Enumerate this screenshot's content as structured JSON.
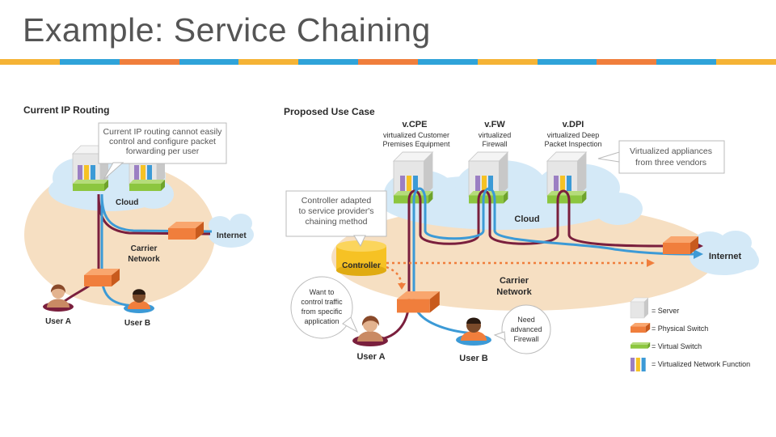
{
  "slide": {
    "title": "Example: Service Chaining"
  },
  "stripe_colors": [
    "#f5b335",
    "#2fa3d9",
    "#f07e3c",
    "#2fa3d9",
    "#f5b335",
    "#2fa3d9",
    "#f07e3c",
    "#2fa3d9",
    "#f5b335",
    "#2fa3d9",
    "#f07e3c",
    "#2fa3d9",
    "#f5b335"
  ],
  "left_panel": {
    "heading": "Current IP Routing",
    "callout": [
      "Current IP routing cannot easily",
      "control and configure packet",
      "forwarding per user"
    ],
    "cloud_label": "Cloud",
    "internet_label": "Internet",
    "carrier_label": [
      "Carrier",
      "Network"
    ],
    "user_a": "User A",
    "user_b": "User B"
  },
  "right_panel": {
    "heading": "Proposed Use Case",
    "appliances": [
      {
        "name": "v.CPE",
        "desc": [
          "virtualized Customer",
          "Premises Equipment"
        ]
      },
      {
        "name": "v.FW",
        "desc": [
          "virtualized",
          "Firewall"
        ]
      },
      {
        "name": "v.DPI",
        "desc": [
          "virtualized Deep",
          "Packet Inspection"
        ]
      }
    ],
    "vendors_callout": [
      "Virtualized appliances",
      "from three vendors"
    ],
    "controller_callout": [
      "Controller adapted",
      "to service provider's",
      "chaining method"
    ],
    "controller_label": "Controller",
    "cloud_label": "Cloud",
    "internet_label": "Internet",
    "carrier_label": [
      "Carrier",
      "Network"
    ],
    "want_callout": [
      "Want to",
      "control traffic",
      "from specific",
      "application"
    ],
    "need_callout": [
      "Need",
      "advanced",
      "Firewall"
    ],
    "user_a": "User A",
    "user_b": "User B"
  },
  "legend": [
    {
      "icon": "server",
      "label": "= Server"
    },
    {
      "icon": "physical-switch",
      "label": "= Physical Switch"
    },
    {
      "icon": "virtual-switch",
      "label": "= Virtual Switch"
    },
    {
      "icon": "vnf",
      "label": "= Virtualized Network Function"
    }
  ],
  "colors": {
    "oval": "#f6dfc2",
    "cloud": "#d4e9f7",
    "path_red": "#7a1f3d",
    "path_blue": "#3c9ad6",
    "dotted_orange": "#f07e3c",
    "switch": "#f07e3c",
    "vswitch": "#8cc63f",
    "controller": "#f6c224"
  }
}
